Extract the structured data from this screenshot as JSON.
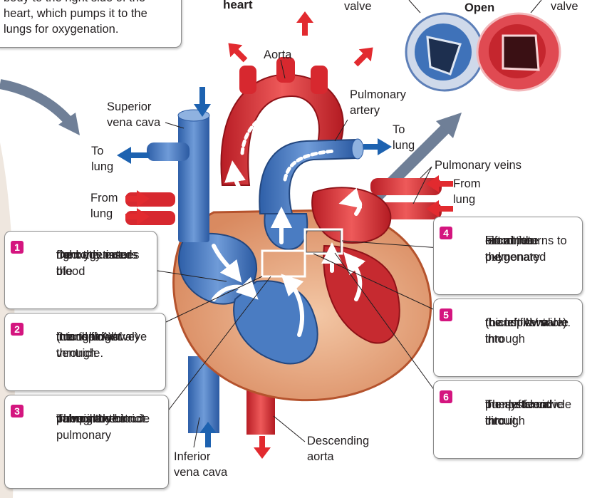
{
  "intro_box": {
    "line1": "body to the right side of the",
    "line2": "heart, which pumps it to the",
    "line3": "lungs for oxygenation."
  },
  "heading_heart": "heart",
  "valve_inset": {
    "left_valve": "valve",
    "open_label": "Open",
    "right_valve": "valve"
  },
  "labels": {
    "aorta": "Aorta",
    "pulmonary_artery_1": "Pulmonary",
    "pulmonary_artery_2": "artery",
    "superior_vena_cava_1": "Superior",
    "superior_vena_cava_2": "vena cava",
    "to_lung_left_1": "To",
    "to_lung_left_2": "lung",
    "to_lung_right_1": "To",
    "to_lung_right_2": "lung",
    "from_lung_left_1": "From",
    "from_lung_left_2": "lung",
    "pulmonary_veins": "Pulmonary veins",
    "from_lung_right_1": "From",
    "from_lung_right_2": "lung",
    "inferior_vena_cava_1": "Inferior",
    "inferior_vena_cava_2": "vena cava",
    "descending_aorta_1": "Descending",
    "descending_aorta_2": "aorta"
  },
  "steps": [
    {
      "number": "1",
      "lines": [
        "Deoxygenated blood",
        "from the tissues of",
        "the body enters the",
        "right atrium…"
      ]
    },
    {
      "number": "2",
      "lines": [
        "…and flows through",
        "the right AV valve",
        "(tricuspid valve)",
        "into the right ventricle."
      ]
    },
    {
      "number": "3",
      "lines": [
        "The right ventricle",
        "pumps the blood",
        "through the pulmonary",
        "valve into the",
        "pulmonary circuit."
      ]
    },
    {
      "number": "4",
      "lines": [
        "From the pulmonary",
        "circuit, the oxygenated",
        "blood returns to the",
        "left atrium…"
      ]
    },
    {
      "number": "5",
      "lines": [
        "…and flows through",
        "the left AV valve",
        "(bicuspid valve) into",
        "the left ventricle."
      ]
    },
    {
      "number": "6",
      "lines": [
        "The left ventricle",
        "pumps blood through",
        "the aortic valve into",
        "the systemic circuit."
      ]
    }
  ],
  "colors": {
    "oxygenated": "#d7282f",
    "deoxygenated": "#3a6fb7",
    "badge": "#d4157f",
    "muscle": "#e8a77f"
  }
}
